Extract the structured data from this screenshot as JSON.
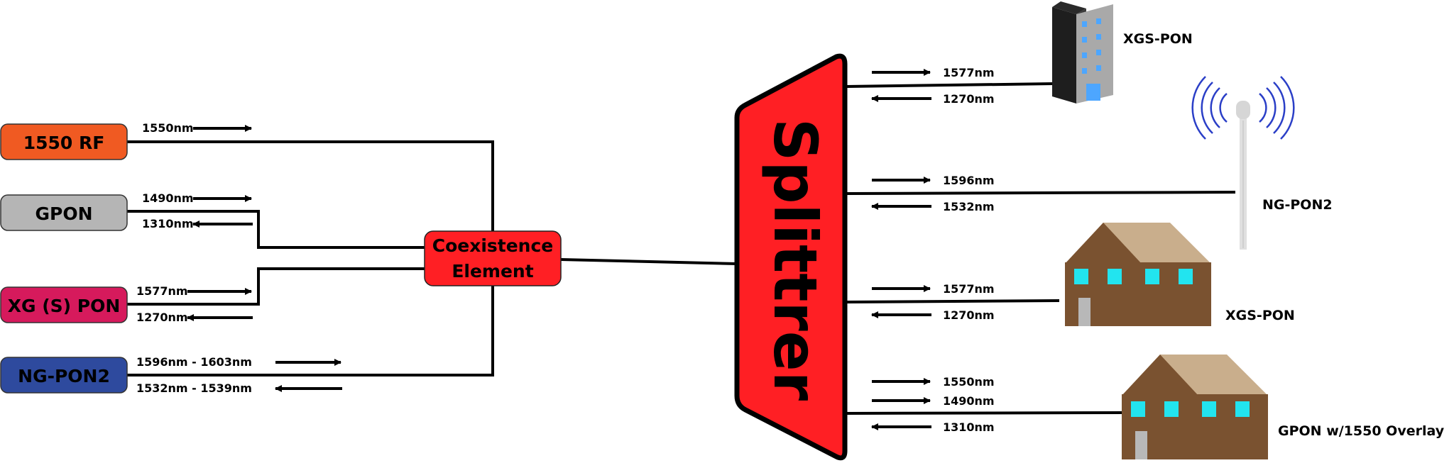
{
  "sources": [
    {
      "name": "1550 RF",
      "color": "#f05a22",
      "text_color": "#111111",
      "wavelengths": {
        "down": "1550nm"
      }
    },
    {
      "name": "GPON",
      "color": "#b5b5b5",
      "text_color": "#111111",
      "wavelengths": {
        "down": "1490nm",
        "up": "1310nm"
      }
    },
    {
      "name": "XG (S) PON",
      "color": "#d61a5c",
      "text_color": "#111111",
      "wavelengths": {
        "down": "1577nm",
        "up": "1270nm"
      }
    },
    {
      "name": "NG-PON2",
      "color": "#2e4a9e",
      "text_color": "#ffffff",
      "wavelengths": {
        "down": "1596nm - 1603nm",
        "up": "1532nm - 1539nm"
      }
    }
  ],
  "coexistence": {
    "line1": "Coexistence",
    "line2": "Element",
    "color": "#ff1f24"
  },
  "splitter": {
    "label": "Splittrer",
    "color": "#ff1f24"
  },
  "endpoints": [
    {
      "label": "XGS-PON",
      "icon": "office-building",
      "wavelengths": [
        "1577nm",
        "1270nm"
      ]
    },
    {
      "label": "NG-PON2",
      "icon": "cell-tower",
      "wavelengths": [
        "1596nm",
        "1532nm"
      ]
    },
    {
      "label": "XGS-PON",
      "icon": "house",
      "wavelengths": [
        "1577nm",
        "1270nm"
      ]
    },
    {
      "label": "GPON w/1550 Overlay",
      "icon": "house",
      "wavelengths": [
        "1550nm",
        "1490nm",
        "1310nm"
      ]
    }
  ]
}
